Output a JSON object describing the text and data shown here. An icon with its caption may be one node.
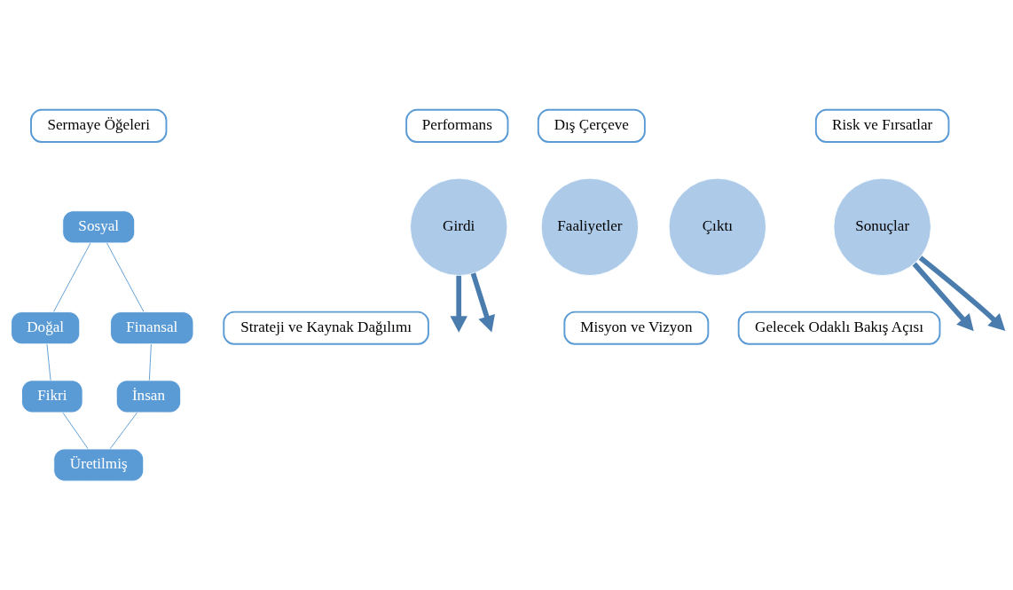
{
  "diagram": {
    "nodes": [
      {
        "text": [
          "Sermaye Öğeleri"
        ]
      },
      {
        "text": [
          "Sosyal"
        ]
      },
      {
        "text": [
          "Doğal"
        ]
      },
      {
        "text": [
          "Fikri"
        ]
      },
      {
        "text": [
          "Üretilmiş"
        ]
      },
      {
        "text": [
          "İnsan"
        ]
      },
      {
        "text": [
          "Finansal"
        ]
      },
      {
        "text": [
          "Performans"
        ]
      },
      {
        "text": [
          "Risk ve Fırsatlar"
        ]
      },
      {
        "text": [
          "Dış Çerçeve"
        ]
      },
      {
        "text": [
          "Girdi"
        ]
      },
      {
        "text": [
          "Faaliyetler"
        ]
      },
      {
        "text": [
          "Çıktı"
        ]
      },
      {
        "text": [
          "Sonuçlar"
        ]
      },
      {
        "text": [
          "Misyon ve Vizyon"
        ]
      },
      {
        "text": [
          "Strateji ve Kaynak Dağılımı"
        ]
      },
      {
        "text": [
          "Gelecek Odaklı Bakış Açısı"
        ]
      }
    ],
    "edges": [
      {
        "from": 1,
        "to": 2,
        "arrow": "none"
      },
      {
        "from": 2,
        "to": 3,
        "arrow": "none"
      },
      {
        "from": 3,
        "to": 4,
        "arrow": "none"
      },
      {
        "from": 4,
        "to": 5,
        "arrow": "none"
      },
      {
        "from": 5,
        "to": 6,
        "arrow": "none"
      },
      {
        "from": 6,
        "to": 1,
        "arrow": "none"
      },
      {
        "from": 10,
        "to": null,
        "arrow": "to",
        "style": "thick"
      },
      {
        "from": 13,
        "to": null,
        "arrow": "to",
        "style": "thick"
      },
      {
        "from": 10,
        "to": null,
        "arrow": "to",
        "style": "thick"
      },
      {
        "from": 13,
        "to": null,
        "arrow": "to",
        "style": "thick"
      }
    ]
  }
}
